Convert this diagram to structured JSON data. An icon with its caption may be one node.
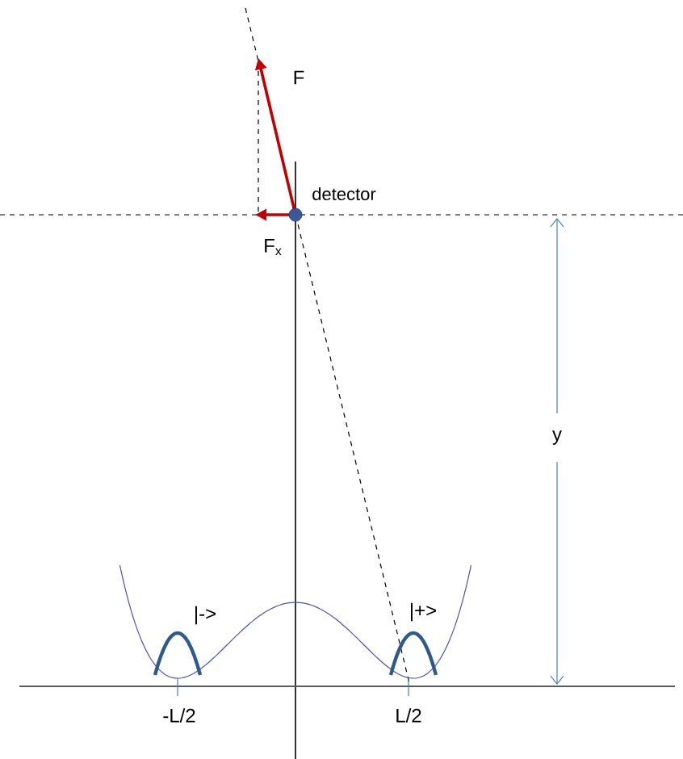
{
  "diagram": {
    "nodes": [
      {
        "text": [],
        "shape": "circle",
        "beside": [
          "detector"
        ]
      }
    ],
    "labels": [
      "F",
      "F$_{x}$",
      "y",
      "|->",
      "|+>",
      "-L/2",
      "L/2"
    ]
  }
}
